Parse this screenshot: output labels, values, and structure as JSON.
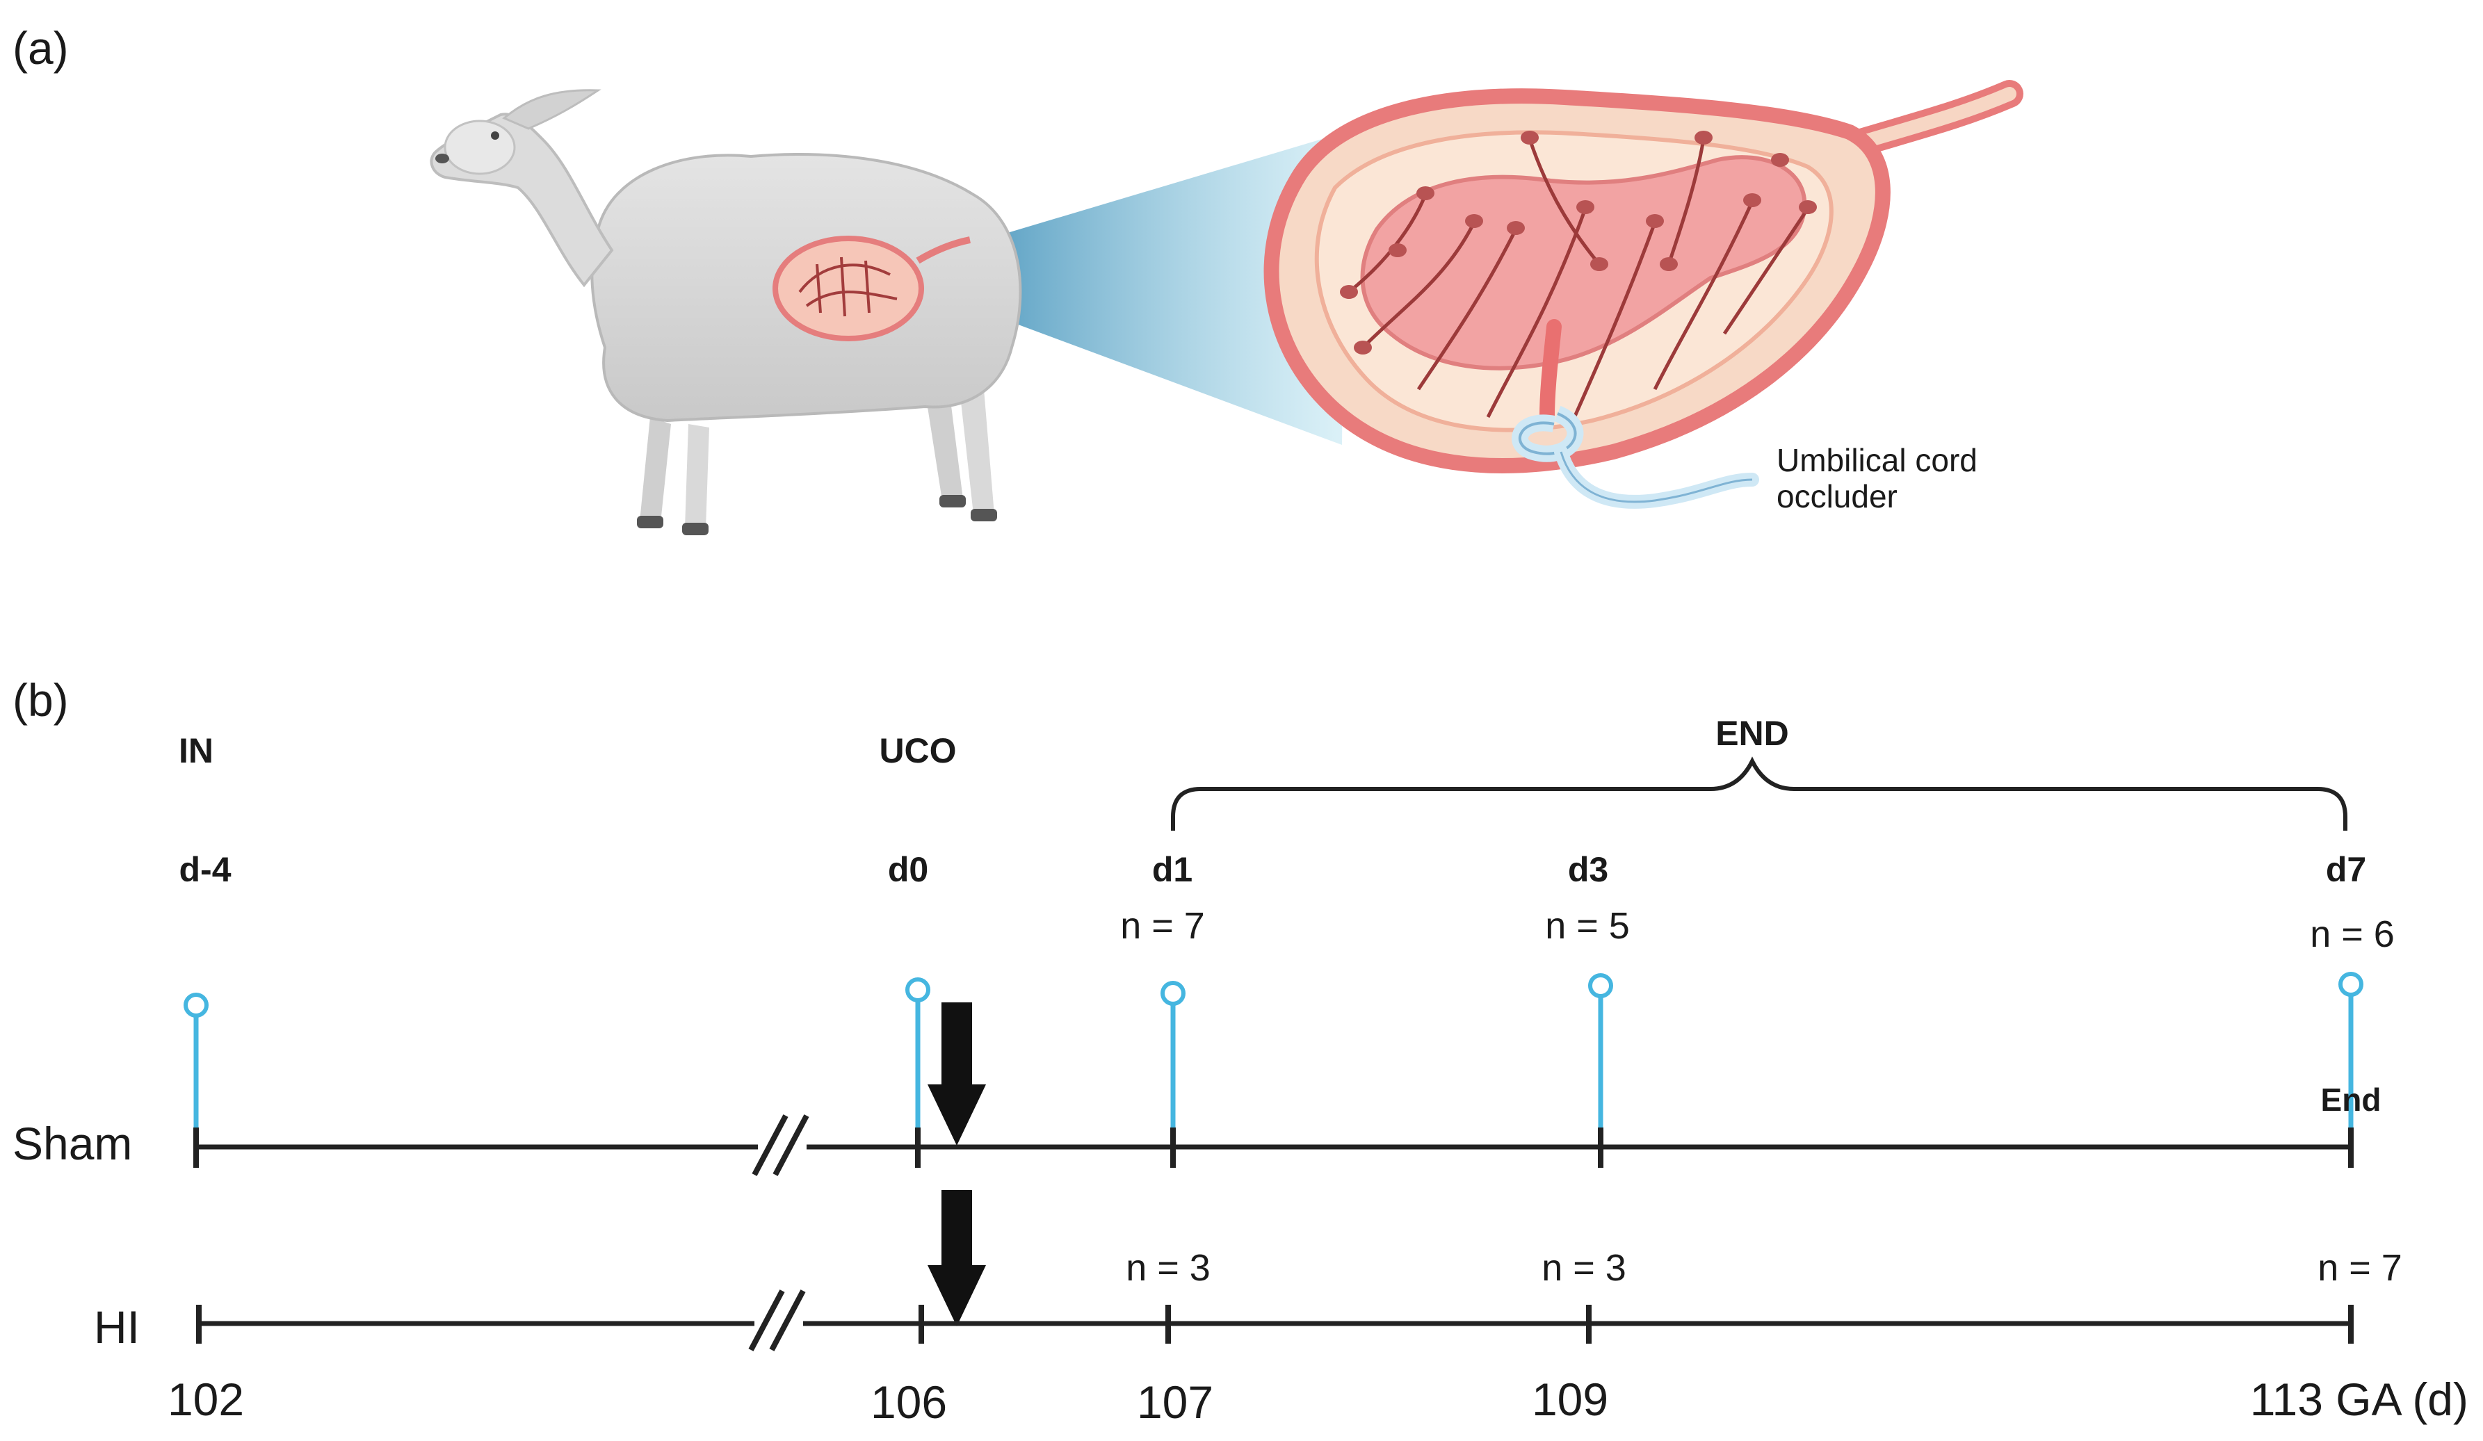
{
  "panel_a": {
    "label": "(a)",
    "callout_line1": "Umbilical cord",
    "callout_line2": "occluder",
    "colors": {
      "uterus": "#f3a5a5",
      "uterus_rim": "#e87b7b",
      "vessel": "#9c3a3a",
      "cone": "#7fc6dd",
      "sheep": "#d8d8d8"
    }
  },
  "panel_b": {
    "label": "(b)",
    "events": {
      "in": "IN",
      "uco": "UCO",
      "end": "END"
    },
    "days": {
      "dm4": "d-4",
      "d0": "d0",
      "d1": "d1",
      "d3": "d3",
      "d7": "d7"
    },
    "sham": {
      "label": "Sham",
      "n_d1": "n = 7",
      "n_d3": "n = 5",
      "n_d7": "n = 6",
      "end_marker": "End"
    },
    "hi": {
      "label": "HI",
      "n_d1": "n = 3",
      "n_d3": "n = 3",
      "n_d7": "n = 7"
    },
    "axis_ticks": {
      "t102": "102",
      "t106": "106",
      "t107": "107",
      "t109": "109",
      "t113": "113 GA (d)"
    },
    "colors": {
      "pin": "#45b6e0",
      "axis": "#222222"
    }
  }
}
